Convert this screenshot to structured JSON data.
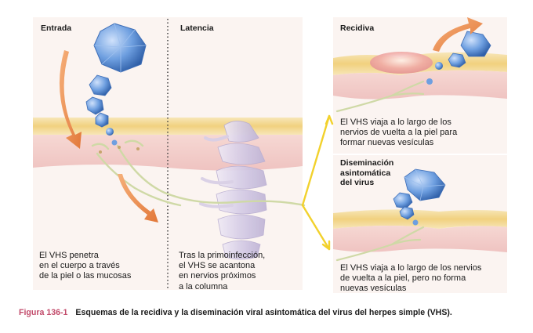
{
  "panels": {
    "entrada": {
      "title": "Entrada",
      "text": [
        "El VHS penetra",
        "en el cuerpo a través",
        "de la piel o las mucosas"
      ]
    },
    "latencia": {
      "title": "Latencia",
      "text": [
        "Tras la primoinfección,",
        "el VHS se acantona",
        "en nervios próximos",
        "a la columna"
      ]
    },
    "recidiva": {
      "title": "Recidiva",
      "text": [
        "El VHS viaja a lo largo de los",
        "nervios de vuelta a la piel para",
        "formar nuevas vesículas"
      ]
    },
    "diseminacion": {
      "title": [
        "Diseminación",
        "asintomática",
        "del virus"
      ],
      "text": [
        "El VHS viaja a lo largo de los nervios",
        "de vuelta a la piel, pero no forma",
        "nuevas vesículas"
      ]
    }
  },
  "caption": {
    "label": "Figura 136-1",
    "text": "Esquemas de la recidiva y la diseminación viral asintomática del virus del herpes simple (VHS)."
  },
  "colors": {
    "panel_bg": "#fbf4f1",
    "skin_top": "#f4d99a",
    "dermis": "#f2c9c7",
    "nerve": "#cfd9a6",
    "virus": "#5b8fd6",
    "arrow_orange": "#e68a4a",
    "arrow_yellow": "#f2d12c",
    "caption_label": "#c24a6a"
  }
}
